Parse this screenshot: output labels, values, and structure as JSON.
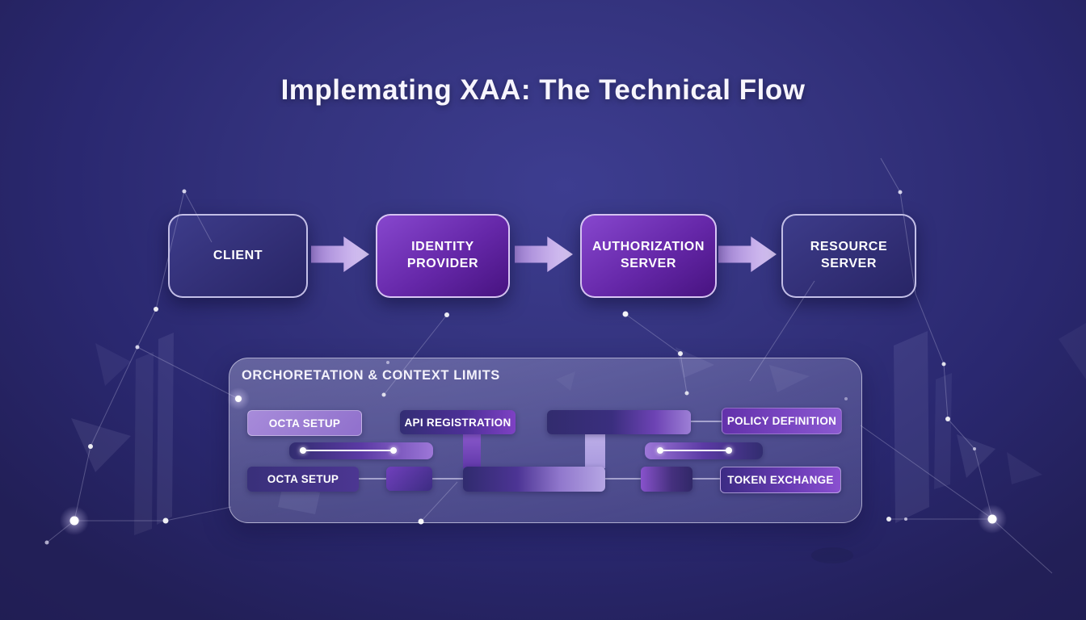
{
  "title": "Implemating XAA: The Technical Flow",
  "colors": {
    "background_indigo": "#2e2d72",
    "node_dark": "#34337e",
    "node_purple": "#7a3cc0",
    "arrow_light_purple": "#c9b4ee",
    "panel_overlay": "#9a99c9",
    "accent_light_purple": "#a184d8",
    "text": "#ffffff"
  },
  "flow": {
    "nodes": [
      {
        "label": "CLIENT"
      },
      {
        "label": "IDENTITY\nPROVIDER"
      },
      {
        "label": "AUTHORIZATION\nSERVER"
      },
      {
        "label": "RESOURCE\nSERVER"
      }
    ]
  },
  "panel": {
    "title": "ORCHORETATION & CONTEXT LIMITS",
    "boxes": {
      "octa_setup_top": "OCTA SETUP",
      "api_registration": "API REGISTRATION",
      "policy_definition": "POLICY DEFINITION",
      "octa_setup_bottom": "OCTA SETUP",
      "token_exchange": "TOKEN EXCHANGE"
    }
  }
}
